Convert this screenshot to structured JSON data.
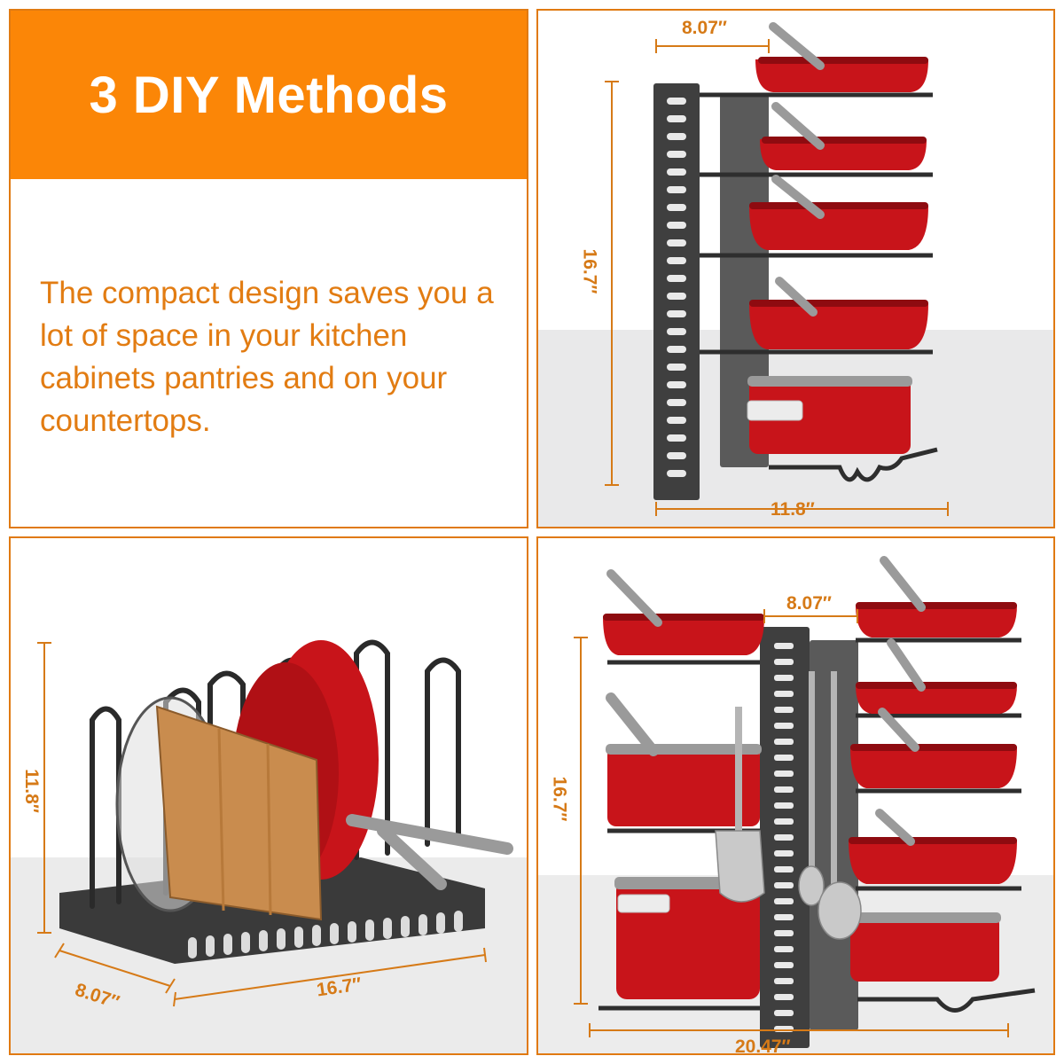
{
  "header": {
    "title": "3 DIY Methods"
  },
  "description": {
    "text": "The compact design saves you a lot of space in your kitchen cabinets pantries and on your countertops."
  },
  "panel_tower": {
    "width_top": "8.07″",
    "height": "16.7″",
    "width_bottom": "11.8″"
  },
  "panel_lid_rack": {
    "height": "11.8″",
    "depth": "8.07″",
    "length": "16.7″"
  },
  "panel_double_tower": {
    "width_top": "8.07″",
    "height": "16.7″",
    "width_bottom": "20.47″"
  },
  "colors": {
    "accent": "#fb8607",
    "text_accent": "#e27c12",
    "pan_red": "#c8141a",
    "rack_dark": "#3a3a3a"
  }
}
